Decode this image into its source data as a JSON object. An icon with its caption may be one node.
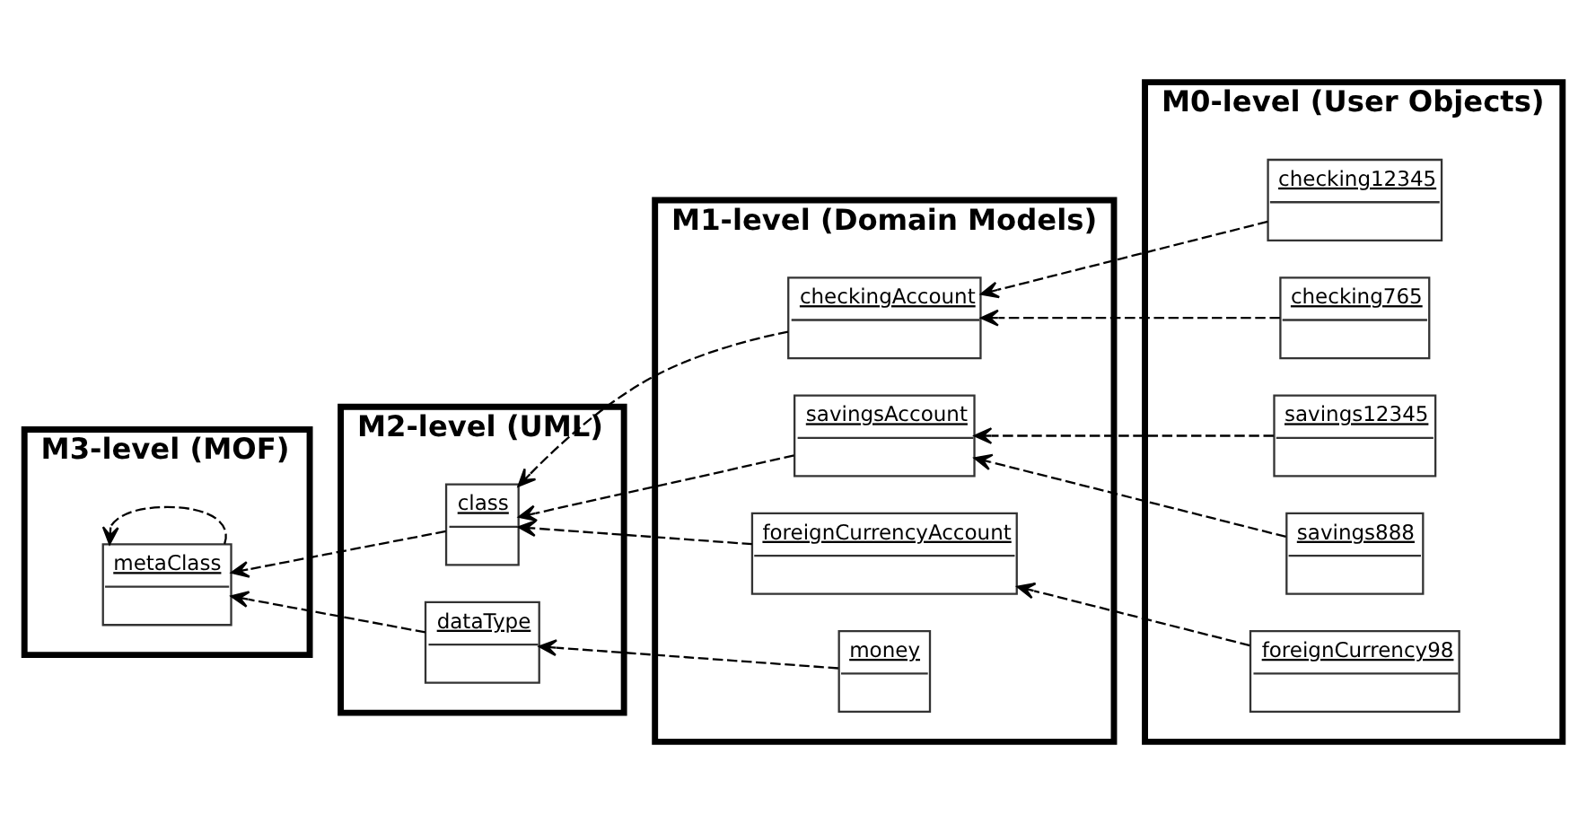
{
  "diagram": {
    "nodes": [
      {
        "text": [
          "M3-level (MOF)"
        ]
      },
      {
        "text": [
          "M2-level (UML)"
        ]
      },
      {
        "text": [
          "M1-level (Domain Models)"
        ]
      },
      {
        "text": [
          "M0-level (User Objects)"
        ]
      },
      {
        "text": [
          "metaClass"
        ],
        "in": 0
      },
      {
        "text": [
          "class"
        ],
        "in": 1
      },
      {
        "text": [
          "dataType"
        ],
        "in": 1
      },
      {
        "text": [
          "checkingAccount"
        ],
        "in": 2
      },
      {
        "text": [
          "savingsAccount"
        ],
        "in": 2
      },
      {
        "text": [
          "foreignCurrencyAccount"
        ],
        "in": 2
      },
      {
        "text": [
          "money"
        ],
        "in": 2
      },
      {
        "text": [
          "checking12345"
        ],
        "in": 3
      },
      {
        "text": [
          "checking765"
        ],
        "in": 3
      },
      {
        "text": [
          "savings12345"
        ],
        "in": 3
      },
      {
        "text": [
          "savings888"
        ],
        "in": 3
      },
      {
        "text": [
          "foreignCurrency98"
        ],
        "in": 3
      }
    ],
    "edges": [
      {
        "from": 4,
        "to": 4,
        "arrow": "to",
        "style": "dashed"
      },
      {
        "from": 5,
        "to": 4,
        "arrow": "to",
        "style": "dashed"
      },
      {
        "from": 6,
        "to": 4,
        "arrow": "to",
        "style": "dashed"
      },
      {
        "from": 7,
        "to": 5,
        "arrow": "to",
        "style": "dashed"
      },
      {
        "from": 8,
        "to": 5,
        "arrow": "to",
        "style": "dashed"
      },
      {
        "from": 9,
        "to": 5,
        "arrow": "to",
        "style": "dashed"
      },
      {
        "from": 10,
        "to": 6,
        "arrow": "to",
        "style": "dashed"
      },
      {
        "from": 11,
        "to": 7,
        "arrow": "to",
        "style": "dashed"
      },
      {
        "from": 12,
        "to": 7,
        "arrow": "to",
        "style": "dashed"
      },
      {
        "from": 13,
        "to": 8,
        "arrow": "to",
        "style": "dashed"
      },
      {
        "from": 14,
        "to": 8,
        "arrow": "to",
        "style": "dashed"
      },
      {
        "from": 15,
        "to": 9,
        "arrow": "to",
        "style": "dashed"
      }
    ]
  }
}
